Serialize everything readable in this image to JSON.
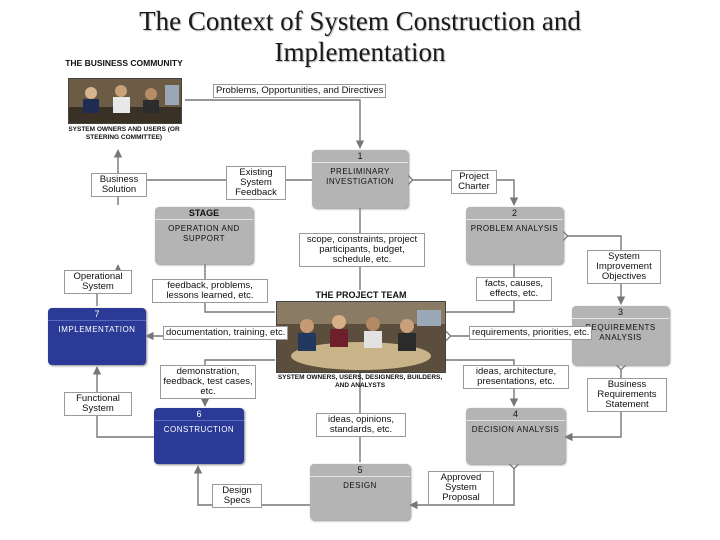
{
  "title": {
    "line1": "The Context of System Construction and",
    "line2": "Implementation"
  },
  "business_community": {
    "heading": "THE BUSINESS COMMUNITY",
    "caption": "System Owners and Users (or Steering Committee)"
  },
  "project_team": {
    "heading": "THE PROJECT TEAM",
    "caption": "System Owners, Users, Designers, Builders, and Analysts"
  },
  "stages": {
    "s1": {
      "num": "1",
      "label": "Preliminary Investigation"
    },
    "s2": {
      "num": "2",
      "label": "Problem Analysis"
    },
    "s3": {
      "num": "3",
      "label": "Requirements Analysis"
    },
    "s4": {
      "num": "4",
      "label": "Decision Analysis"
    },
    "s5": {
      "num": "5",
      "label": "Design"
    },
    "s6": {
      "num": "6",
      "label": "Construction"
    },
    "s7": {
      "num": "7",
      "label": "Implementation"
    },
    "op": {
      "head": "STAGE",
      "label": "Operation and Support"
    }
  },
  "notes": {
    "problems": "Problems, Opportunities, and Directives",
    "existing_feedback": "Existing System Feedback",
    "project_charter": "Project Charter",
    "business_solution": "Business Solution",
    "scope": "scope, constraints, project participants, budget, schedule, etc.",
    "system_objectives": "System Improvement Objectives",
    "operational_system": "Operational System",
    "feedback_problems": "feedback, problems, lessons learned, etc.",
    "facts": "facts, causes, effects, etc.",
    "documentation": "documentation, training, etc.",
    "requirements": "requirements, priorities, etc.",
    "demonstration": "demonstration, feedback, test cases, etc.",
    "ideas_architecture": "ideas, architecture, presentations, etc.",
    "business_requirements": "Business Requirements Statement",
    "functional_system": "Functional System",
    "ideas_opinions": "ideas, opinions, standards, etc.",
    "approved_proposal": "Approved System Proposal",
    "design_specs": "Design Specs"
  },
  "colors": {
    "stage_gray": "#b4b4b4",
    "stage_highlight": "#2a3a96",
    "arrow": "#777777"
  }
}
